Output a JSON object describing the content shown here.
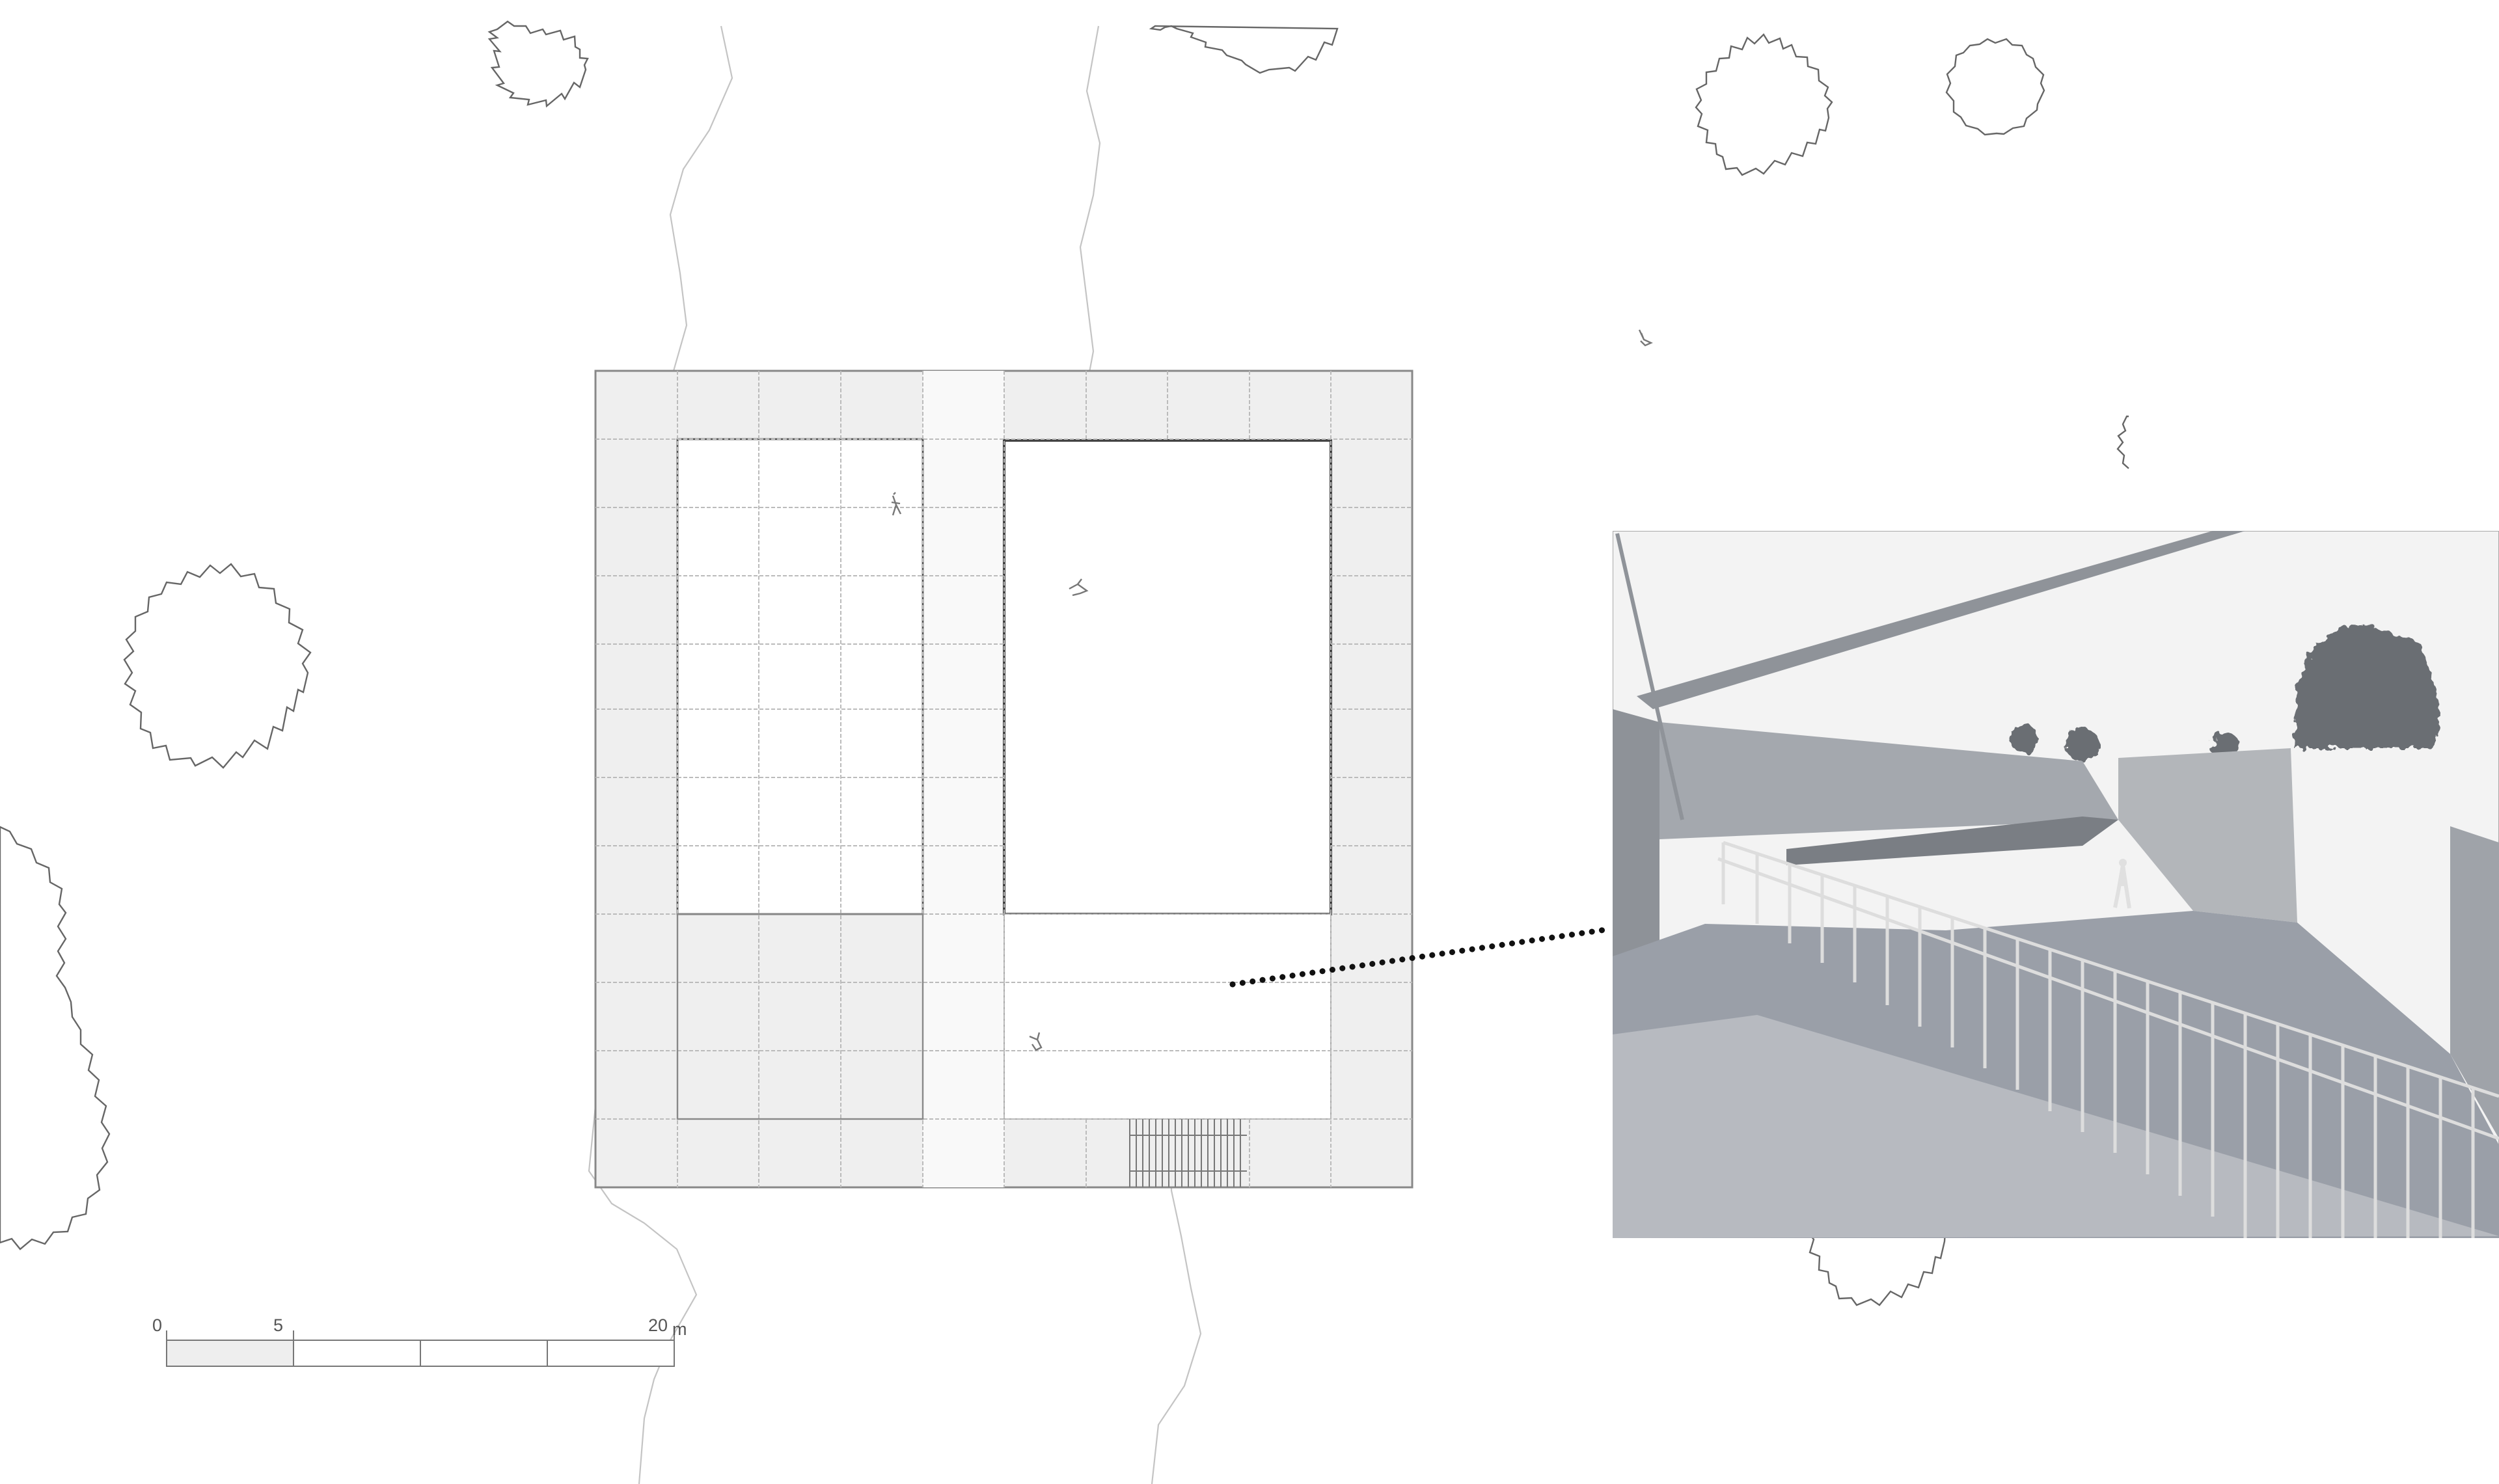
{
  "drawing": {
    "scale_bar": {
      "ticks": [
        "0",
        "5",
        "20"
      ],
      "unit": "m",
      "filled_segment_color": "#eeeeee"
    }
  },
  "colors": {
    "background": "#ffffff",
    "wall_fill": "#efefef",
    "grid_line": "#bbbbbb",
    "contour_line": "#c4c4c4",
    "tree_outline": "#666666",
    "leader_dots": "#111111",
    "render_sky": "#f3f3f3",
    "render_floor": "#9a9fa8"
  }
}
